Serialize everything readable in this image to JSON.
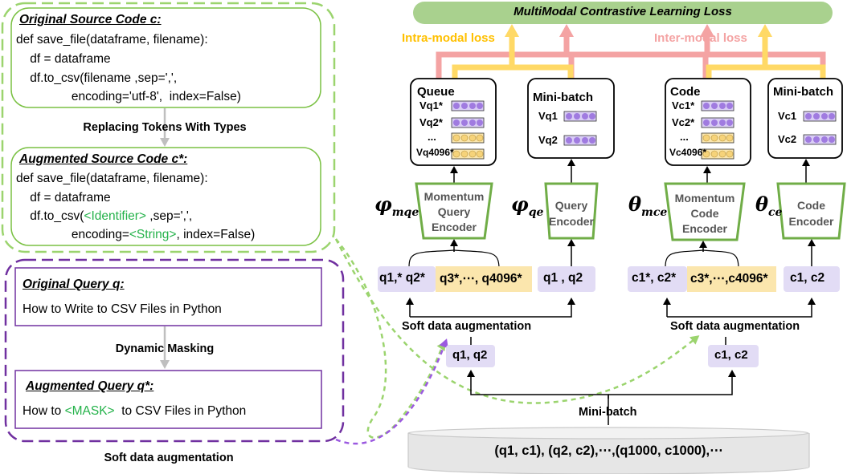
{
  "header": {
    "loss_title": "MultiModal Contrastive Learning Loss",
    "intra_modal_loss": "Intra-modal loss",
    "inter_modal_loss": "Inter-modal loss"
  },
  "code_panel": {
    "original_title": "Original Source Code c:",
    "original_lines": [
      "def save_file(dataframe, filename):",
      "    df = dataframe",
      "    df.to_csv(filename ,sep=',',",
      "                encoding='utf-8',  index=False)"
    ],
    "replacing_label": "Replacing Tokens With Types",
    "augmented_title": "Augmented Source Code c*:",
    "augmented_lines": [
      "def save_file(dataframe, filename):",
      "    df = dataframe"
    ],
    "aug_line3_prefix": "    df.to_csv(",
    "aug_line3_token": "<Identifier>",
    "aug_line3_suffix": " ,sep=',',",
    "aug_line4_prefix": "                encoding=",
    "aug_line4_token": "<String>",
    "aug_line4_suffix": ", index=False)"
  },
  "query_panel": {
    "original_title": "Original Query q:",
    "original_text": "How to Write to CSV Files in Python",
    "dynamic_masking": "Dynamic Masking",
    "augmented_title": "Augmented Query q*:",
    "aug_prefix": "How to ",
    "aug_token": "<MASK>",
    "aug_suffix": "  to CSV Files in Python",
    "caption": "Soft data augmentation"
  },
  "encoders": {
    "momentum_query": [
      "Momentum",
      "Query",
      "Encoder"
    ],
    "query": [
      "Query",
      "Encoder"
    ],
    "momentum_code": [
      "Momentum",
      "Code",
      "Encoder"
    ],
    "code": [
      "Code",
      "Encoder"
    ],
    "phi_mqe": "φ",
    "phi_mqe_sub": "mqe",
    "phi_qe": "φ",
    "phi_qe_sub": "qe",
    "theta_mce": "θ",
    "theta_mce_sub": "mce",
    "theta_ce": "θ",
    "theta_ce_sub": "ce"
  },
  "boxes": {
    "queue_title": "Queue",
    "queue_items": [
      "Vq1*",
      "Vq2*",
      "...",
      "Vq4096*"
    ],
    "minibatch_q_title": "Mini-batch",
    "minibatch_q_items": [
      "Vq1",
      "Vq2"
    ],
    "code_title": "Code",
    "code_items": [
      "Vc1*",
      "Vc2*",
      "...",
      "Vc4096*"
    ],
    "minibatch_c_title": "Mini-batch",
    "minibatch_c_items": [
      "Vc1",
      "Vc2"
    ]
  },
  "inputs": {
    "q_star_pair": "q1,* q2*",
    "q_star_rest": "q3*,⋯, q4096*",
    "q_pair_top": "q1 , q2",
    "c_star_pair": "c1*, c2*",
    "c_star_rest": "c3*,⋯,c4096*",
    "c_pair_top": "c1, c2",
    "soft_aug_left": "Soft data augmentation",
    "soft_aug_right": "Soft data augmentation",
    "q_pair_bottom": "q1, q2",
    "c_pair_bottom": "c1, c2",
    "minibatch_label": "Mini-batch",
    "dataset": "(q1, c1), (q2, c2),⋯,(q1000, c1000),⋯"
  },
  "colors": {
    "green_border": "#7ac143",
    "dashed_green": "#9bd46e",
    "purple_border": "#7030a0",
    "lavender": "#e2dcf5",
    "tan": "#fbe6ad",
    "yellow_loss": "#ffd966",
    "pink_loss": "#f4a3a3",
    "encoder_green": "#70ad47",
    "header_green": "#a9d18e"
  }
}
